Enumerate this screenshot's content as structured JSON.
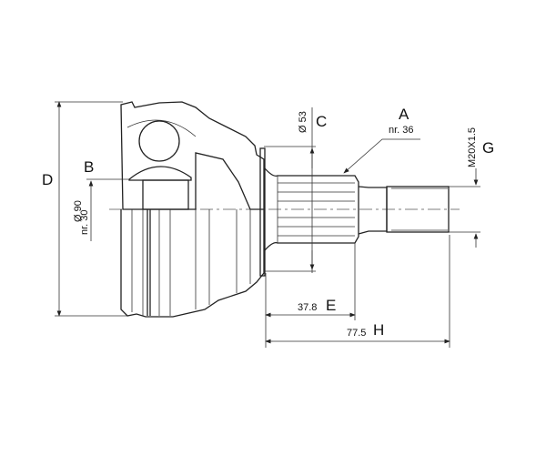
{
  "labels": {
    "D": "D",
    "dia90": "Ø 90",
    "B": "B",
    "nr30": "nr. 30",
    "dia53": "Ø 53",
    "C": "C",
    "A": "A",
    "nr36": "nr. 36",
    "thread": "M20X1.5",
    "G": "G",
    "e_value": "37.8",
    "E": "E",
    "h_value": "77.5",
    "H": "H"
  },
  "colors": {
    "line": "#222222",
    "background": "#ffffff"
  }
}
